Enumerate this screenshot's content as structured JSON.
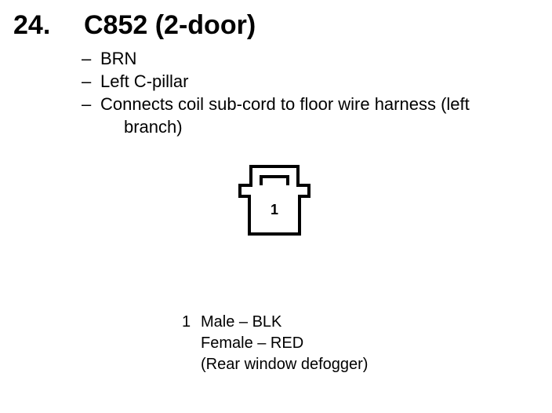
{
  "header": {
    "number": "24.",
    "title": "C852 (2-door)"
  },
  "description": [
    {
      "dash": "–",
      "text": "BRN"
    },
    {
      "dash": "–",
      "text": "Left C-pillar"
    },
    {
      "dash": "–",
      "text": "Connects coil sub-cord to floor wire harness (left",
      "continuation": "branch)"
    }
  ],
  "connector": {
    "pin_label": "1"
  },
  "pins": [
    {
      "number": "1",
      "lines": [
        "Male – BLK",
        "Female – RED",
        "(Rear window defogger)"
      ]
    }
  ]
}
